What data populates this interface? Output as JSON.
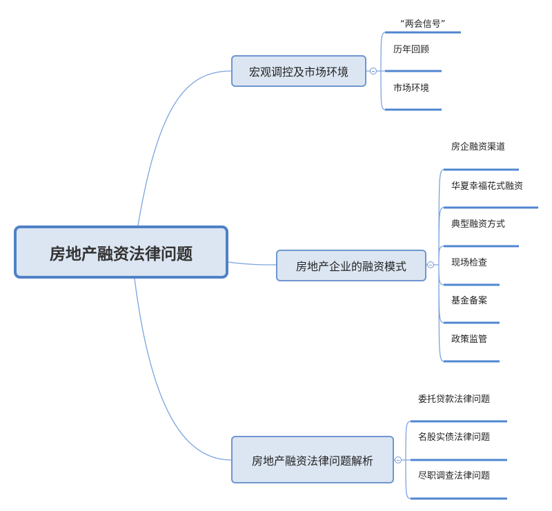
{
  "central": "房地产融资法律问题",
  "branches": [
    {
      "label": "宏观调控及市场环境",
      "children": [
        "“两会信号”",
        "历年回顾",
        "市场环境"
      ]
    },
    {
      "label": "房地产企业的融资模式",
      "children": [
        "房企融资渠道",
        "华夏幸福花式融资",
        "典型融资方式",
        "现场检查",
        "基金备案",
        "政策监管"
      ]
    },
    {
      "label": "房地产融资法律问题解析",
      "children": [
        "委托贷款法律问题",
        "名股实债法律问题",
        "尽职调查法律问题"
      ]
    }
  ],
  "colors": {
    "line": "#5b8fd6",
    "node_fill": "#dce6f2",
    "node_border": "#6f95cf"
  }
}
